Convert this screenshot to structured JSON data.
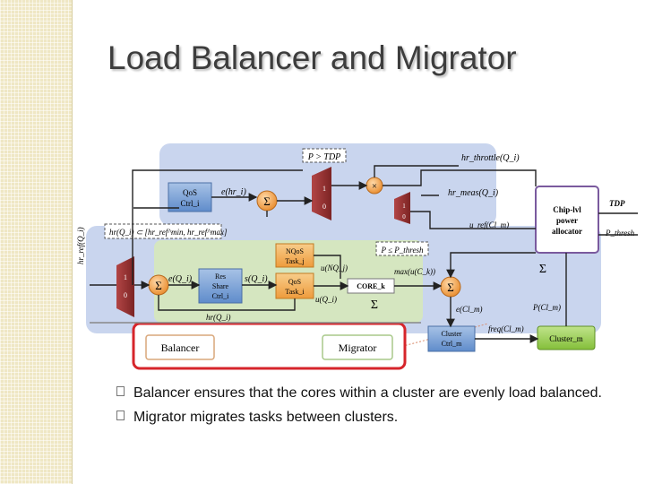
{
  "slide": {
    "title": "Load Balancer and Migrator",
    "bullets": [
      "Balancer ensures that the cores within a cluster are evenly load balanced.",
      "Migrator migrates tasks between clusters."
    ]
  },
  "diagram": {
    "p_tdp": "P > TDP",
    "hr_throttle": "hr_throttle(Q_i)",
    "e_hr": "e(hr_i)",
    "qos_ctrl": [
      "QoS",
      "Ctrl_i"
    ],
    "hr_meas": "hr_meas(Q_i)",
    "tdp_label": "TDP",
    "chip_allocator": [
      "Chip-lvl",
      "power",
      "allocator"
    ],
    "p_thresh_right": "P_thresh",
    "u_ref": "u_ref(Cl_m)",
    "hr_ref_vertical": "hr_ref(Q_i)",
    "hr_range": "hr(Q_i) ⊂ [hr_ref^min, hr_ref^max]",
    "p_le_thresh": "P ≤ P_thresh",
    "nqos_task": [
      "NQoS",
      "Task_j"
    ],
    "u_nq": "u(NQ_j)",
    "max_u": "max(u(C_k))",
    "e_q": "e(Q_i)",
    "res_share": [
      "Res",
      "Share",
      "Ctrl_i"
    ],
    "s_q": "s(Q_i)",
    "qos_task": [
      "QoS",
      "Task_i"
    ],
    "core_k": "CORE_k",
    "u_q": "u(Q_i)",
    "e_cl": "e(Cl_m)",
    "p_cl": "P(Cl_m)",
    "hr_q_bottom": "hr(Q_i)",
    "freq_cl": "freq(Cl_m)",
    "cluster_ctrl": [
      "Cluster",
      "Ctrl_m"
    ],
    "cluster": "Cluster_m",
    "mux_labels": [
      "1",
      "0"
    ],
    "balancer": "Balancer",
    "migrator": "Migrator",
    "sigma": "Σ",
    "multiply": "×"
  },
  "colors": {
    "panel_blue": "#c9d5ee",
    "panel_green": "#d5e6c0",
    "qos_blue": "#7fa6d8",
    "mux_red": "#a03838",
    "sum_orange": "#ee9a3a",
    "task_orange": "#f3b259",
    "cluster_green": "#9bcf53",
    "highlight_red": "#d6252b",
    "migrator_border": "#a8c98a",
    "balancer_border": "#d9a77a"
  }
}
